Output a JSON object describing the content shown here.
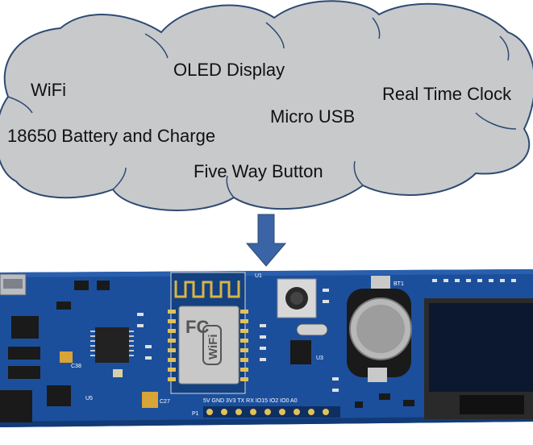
{
  "cloud": {
    "labels": {
      "wifi": "WiFi",
      "oled": "OLED Display",
      "rtc": "Real Time Clock",
      "usb": "Micro USB",
      "battery": "18650 Battery and Charge",
      "button": "Five Way Button"
    },
    "fill_color": "#c8c9cb",
    "stroke_color": "#2e4a73"
  },
  "arrow": {
    "color": "#3a64a6"
  },
  "board": {
    "pcb_color": "#1b4f9c",
    "silkscreen": {
      "pin_header": "5V GND 3V3 TX RX IO15 IO2 IO0 A0",
      "p1": "P1",
      "u1": "U1",
      "bt1": "BT1",
      "u3": "U3",
      "u5": "U5",
      "c27": "C27",
      "c38": "C38"
    },
    "module_text": {
      "fc": "FC",
      "wifi": "WiFi"
    }
  }
}
